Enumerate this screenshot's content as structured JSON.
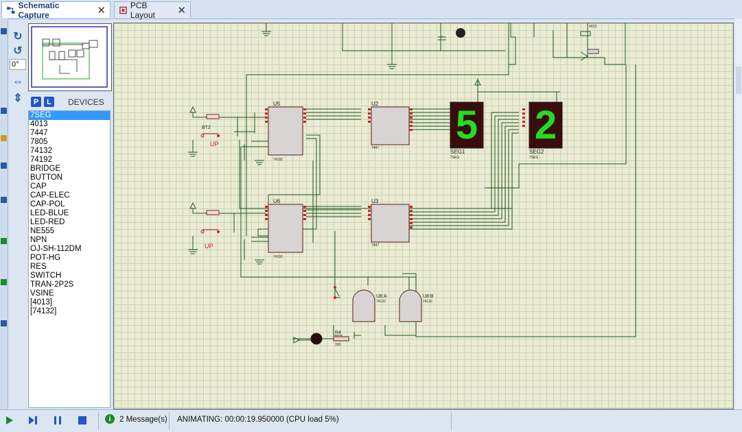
{
  "tabs": [
    {
      "label": "Schematic Capture"
    },
    {
      "label": "PCB Layout"
    }
  ],
  "rotation": {
    "angle": "0°"
  },
  "devices": {
    "title": "DEVICES",
    "p_label": "P",
    "l_label": "L",
    "items": [
      "7SEG",
      "4013",
      "7447",
      "7805",
      "74132",
      "74192",
      "BRIDGE",
      "BUTTON",
      "CAP",
      "CAP-ELEC",
      "CAP-POL",
      "LED-BLUE",
      "LED-RED",
      "NE555",
      "NPN",
      "OJ-SH-112DM",
      "POT-HG",
      "RES",
      "SWITCH",
      "TRAN-2P2S",
      "VSINE",
      "[4013]",
      "[74132]"
    ],
    "selected": "7SEG"
  },
  "schematic": {
    "counter1": "U5",
    "counter2": "U6",
    "decoder1": "U2",
    "decoder2": "U3",
    "counter_part": "74192",
    "decoder_part": "7447",
    "seg1": "SEG1",
    "seg2": "SEG2",
    "seg_part": "7SEG",
    "seg1_digit": "5",
    "seg2_digit": "2",
    "button1": "BT2",
    "button_label": "UP",
    "gate_a": "U8:A",
    "gate_b": "U8:B",
    "gate_part": "74132",
    "resistor": "R4",
    "resistor_value": "330",
    "flipflop_part": "4013"
  },
  "status": {
    "messages": "2 Message(s)",
    "animating": "ANIMATING: 00:00:19.950000 (CPU load 5%)"
  },
  "colors": {
    "accent": "#2456c6",
    "segment_on": "#22dd22",
    "segment_bg": "#3a0d0d",
    "wire": "#1e5a1e",
    "chip": "#d8d4d4"
  }
}
